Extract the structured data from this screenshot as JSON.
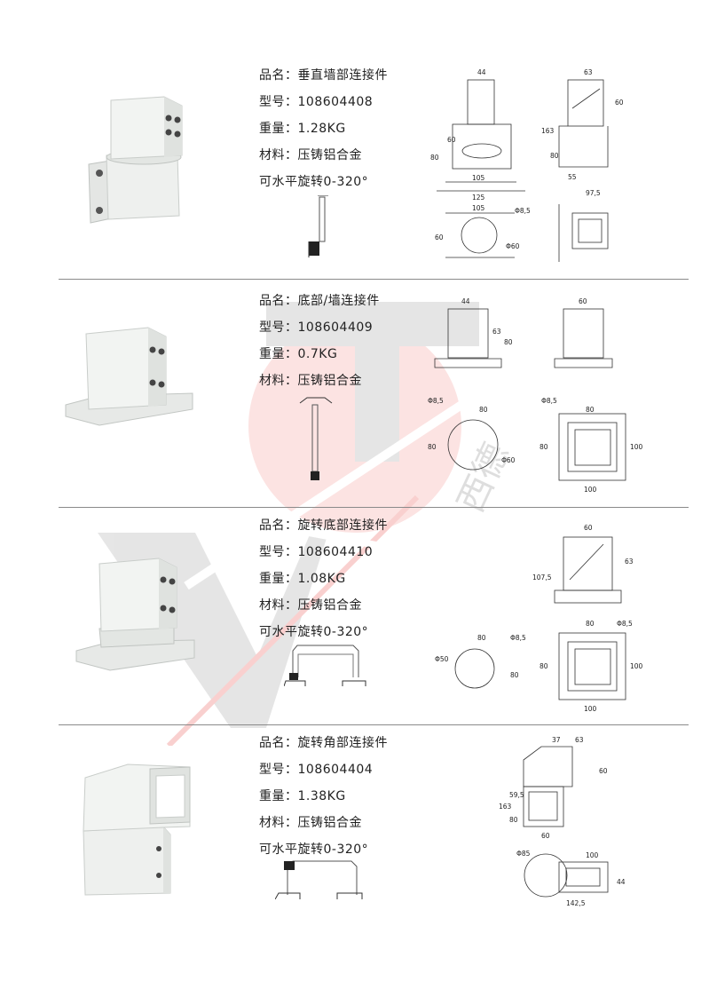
{
  "colors": {
    "divider": "#8a8a8a",
    "watermark_red": "#e8302a",
    "watermark_grey": "#8c8c8c",
    "part": "#e9ecea"
  },
  "watermark": {
    "text": "西德"
  },
  "products": [
    {
      "name_label": "品名：垂直墙部连接件",
      "model_label": "型号：108604408",
      "weight_label": "重量：1.28KG",
      "material_label": "材料：压铸铝合金",
      "rotation_label": "可水平旋转0-320°",
      "dims": {
        "d1": "44",
        "d2": "60",
        "d3": "63",
        "d4": "80",
        "d5": "60",
        "d6": "163",
        "d7": "80",
        "d8": "105",
        "d9": "125",
        "d10": "55",
        "d11": "97,5",
        "d12": "105",
        "d13": "Φ8,5",
        "d14": "60",
        "d15": "Φ60"
      }
    },
    {
      "name_label": "品名：底部/墙连接件",
      "model_label": "型号：108604409",
      "weight_label": "重量：0.7KG",
      "material_label": "材料：压铸铝合金",
      "dims": {
        "d1": "44",
        "d2": "63",
        "d3": "80",
        "d4": "60",
        "d5": "Φ8,5",
        "d6": "80",
        "d7": "80",
        "d8": "Φ60",
        "d9": "Φ8,5",
        "d10": "80",
        "d11": "80",
        "d12": "100",
        "d13": "100"
      }
    },
    {
      "name_label": "品名：旋转底部连接件",
      "model_label": "型号：108604410",
      "weight_label": "重量：1.08KG",
      "material_label": "材料：压铸铝合金",
      "rotation_label": "可水平旋转0-320°",
      "dims": {
        "d1": "60",
        "d2": "107,5",
        "d3": "63",
        "d4": "80",
        "d5": "Φ8,5",
        "d6": "Φ50",
        "d7": "80",
        "d8": "80",
        "d9": "Φ8,5",
        "d10": "80",
        "d11": "100",
        "d12": "100"
      }
    },
    {
      "name_label": "品名：旋转角部连接件",
      "model_label": "型号：108604404",
      "weight_label": "重量：1.38KG",
      "material_label": "材料：压铸铝合金",
      "rotation_label": "可水平旋转0-320°",
      "dims": {
        "d1": "37",
        "d2": "63",
        "d3": "60",
        "d4": "163",
        "d5": "59,5",
        "d6": "80",
        "d7": "60",
        "d8": "Φ85",
        "d9": "100",
        "d10": "44",
        "d11": "142,5"
      }
    }
  ]
}
